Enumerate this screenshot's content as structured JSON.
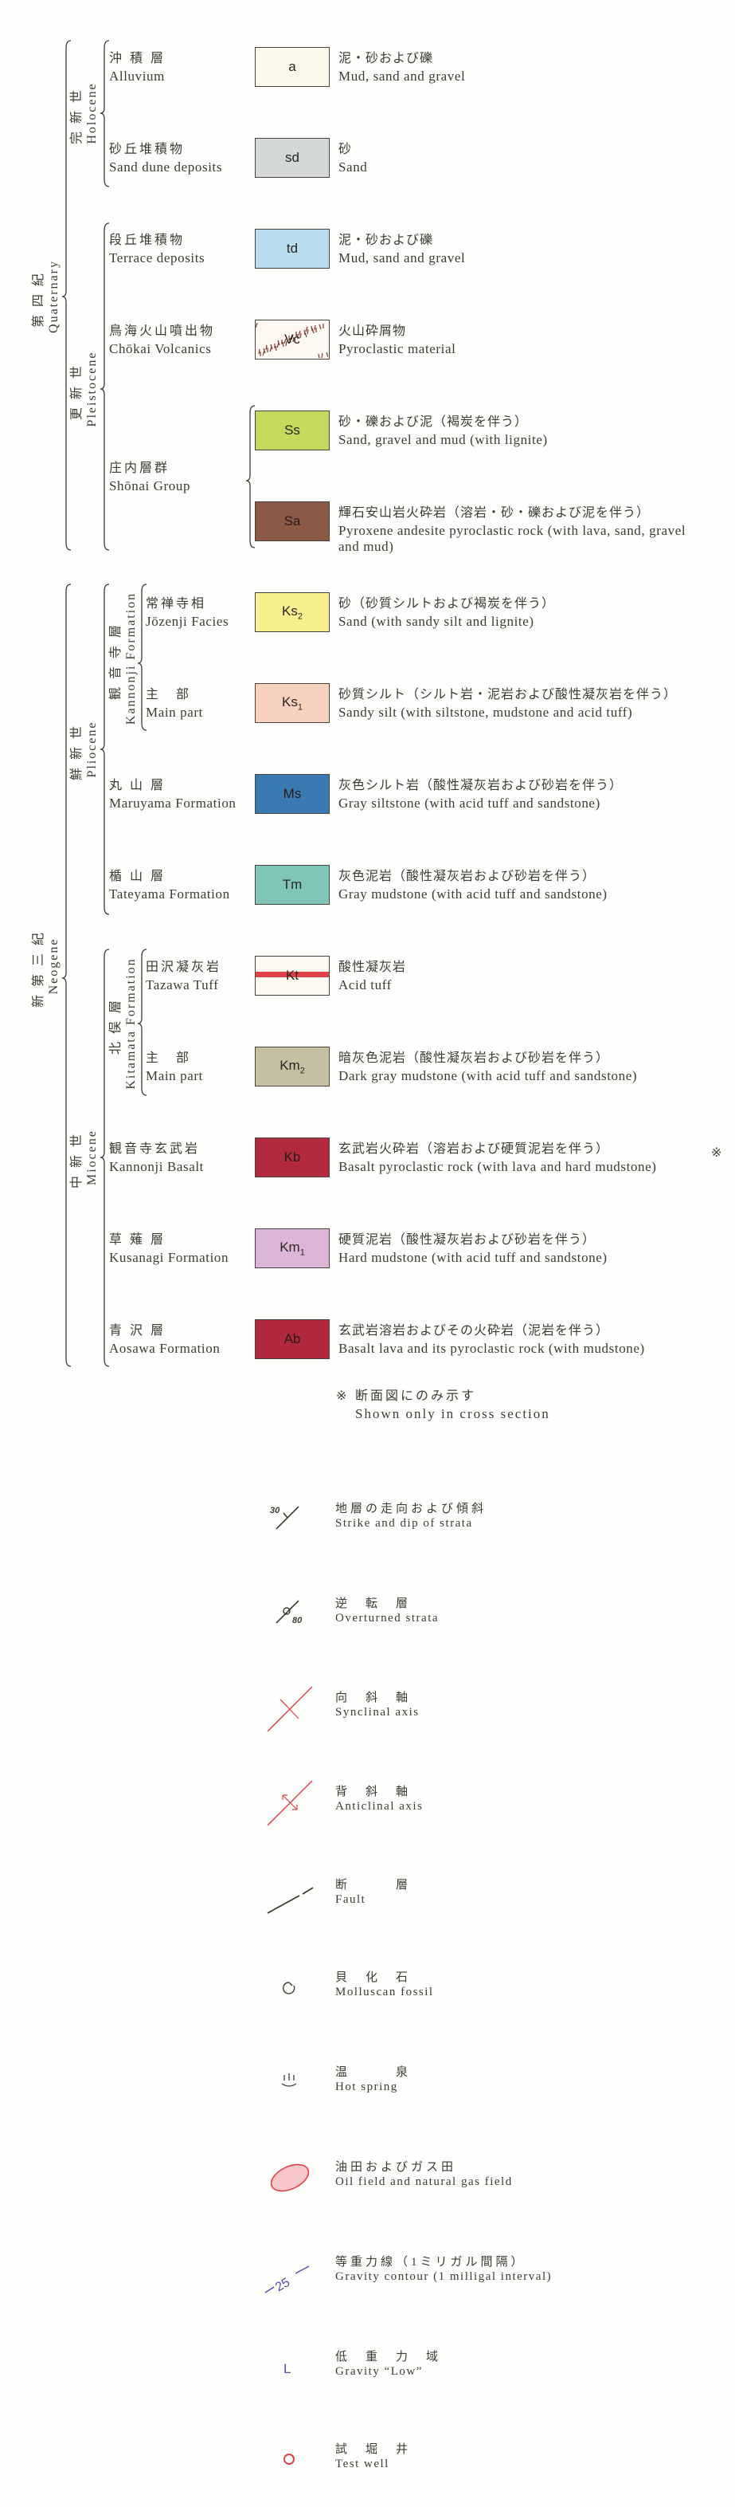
{
  "groups": {
    "quaternary": {
      "ja": "第四紀",
      "en": "Quaternary"
    },
    "holocene": {
      "ja": "完新世",
      "en": "Holocene"
    },
    "pleistocene": {
      "ja": "更新世",
      "en": "Pleistocene"
    },
    "neogene": {
      "ja": "新第三紀",
      "en": "Neogene"
    },
    "pliocene": {
      "ja": "鮮新世",
      "en": "Pliocene"
    },
    "miocene": {
      "ja": "中新世",
      "en": "Miocene"
    },
    "kannonji": {
      "ja": "観音寺層",
      "en": "Kannonji Formation"
    },
    "kitamata": {
      "ja": "北俣層",
      "en": "Kitamata Formation"
    },
    "shonai": {
      "ja": "庄内層群",
      "en": "Shōnai Group"
    }
  },
  "units": [
    {
      "code": "a",
      "sub": "",
      "name_ja": "沖 積 層",
      "name_en": "Alluvium",
      "desc_ja": "泥・砂および礫",
      "desc_en": "Mud, sand and gravel",
      "color": "#fbf8ea"
    },
    {
      "code": "sd",
      "sub": "",
      "name_ja": "砂丘堆積物",
      "name_en": "Sand dune deposits",
      "desc_ja": "砂",
      "desc_en": "Sand",
      "color": "#d3d7d5"
    },
    {
      "code": "td",
      "sub": "",
      "name_ja": "段丘堆積物",
      "name_en": "Terrace deposits",
      "desc_ja": "泥・砂および礫",
      "desc_en": "Mud, sand and gravel",
      "color": "#b8ddee"
    },
    {
      "code": "Vc",
      "sub": "",
      "name_ja": "鳥海火山噴出物",
      "name_en": "Chōkai Volcanics",
      "desc_ja": "火山砕屑物",
      "desc_en": "Pyroclastic material",
      "color": "#fdf8f2"
    },
    {
      "code": "Ss",
      "sub": "",
      "name_ja": "",
      "name_en": "",
      "desc_ja": "砂・礫および泥（褐炭を伴う）",
      "desc_en": "Sand, gravel and mud (with lignite)",
      "color": "#c6d95c"
    },
    {
      "code": "Sa",
      "sub": "",
      "name_ja": "",
      "name_en": "",
      "desc_ja": "輝石安山岩火砕岩（溶岩・砂・礫および泥を伴う）",
      "desc_en": "Pyroxene andesite pyroclastic rock (with lava, sand, gravel and mud)",
      "color": "#8b5a46"
    },
    {
      "code": "Ks",
      "sub": "2",
      "name_ja": "常禅寺相",
      "name_en": "Jōzenji Facies",
      "desc_ja": "砂（砂質シルトおよび褐炭を伴う）",
      "desc_en": "Sand (with sandy silt and lignite)",
      "color": "#f6f08e"
    },
    {
      "code": "Ks",
      "sub": "1",
      "name_ja": "主　部",
      "name_en": "Main part",
      "desc_ja": "砂質シルト（シルト岩・泥岩および酸性凝灰岩を伴う）",
      "desc_en": "Sandy silt (with siltstone, mudstone and acid tuff)",
      "color": "#f7d1bd"
    },
    {
      "code": "Ms",
      "sub": "",
      "name_ja": "丸 山 層",
      "name_en": "Maruyama Formation",
      "desc_ja": "灰色シルト岩（酸性凝灰岩および砂岩を伴う）",
      "desc_en": "Gray siltstone (with acid tuff and sandstone)",
      "color": "#3a7ab2"
    },
    {
      "code": "Tm",
      "sub": "",
      "name_ja": "楯 山 層",
      "name_en": "Tateyama Formation",
      "desc_ja": "灰色泥岩（酸性凝灰岩および砂岩を伴う）",
      "desc_en": "Gray mudstone (with acid tuff and sandstone)",
      "color": "#80c5b9"
    },
    {
      "code": "Kt",
      "sub": "",
      "name_ja": "田沢凝灰岩",
      "name_en": "Tazawa Tuff",
      "desc_ja": "酸性凝灰岩",
      "desc_en": "Acid tuff",
      "color": "#fdf9ef"
    },
    {
      "code": "Km",
      "sub": "2",
      "name_ja": "主　部",
      "name_en": "Main part",
      "desc_ja": "暗灰色泥岩（酸性凝灰岩および砂岩を伴う）",
      "desc_en": "Dark gray mudstone (with acid tuff and sandstone)",
      "color": "#c7bfa2"
    },
    {
      "code": "Kb",
      "sub": "",
      "name_ja": "観音寺玄武岩",
      "name_en": "Kannonji Basalt",
      "desc_ja": "玄武岩火砕岩（溶岩および硬質泥岩を伴う）",
      "desc_en": "Basalt pyroclastic rock (with lava and hard mudstone)",
      "color": "#b12a3d"
    },
    {
      "code": "Km",
      "sub": "1",
      "name_ja": "草 薙 層",
      "name_en": "Kusanagi Formation",
      "desc_ja": "硬質泥岩（酸性凝灰岩および砂岩を伴う）",
      "desc_en": "Hard mudstone (with acid tuff and sandstone)",
      "color": "#ddb6d7"
    },
    {
      "code": "Ab",
      "sub": "",
      "name_ja": "青 沢 層",
      "name_en": "Aosawa Formation",
      "desc_ja": "玄武岩溶岩およびその火砕岩（泥岩を伴う）",
      "desc_en": "Basalt lava and its pyroclastic rock (with mudstone)",
      "color": "#b1283f"
    }
  ],
  "cross_section_mark": "※",
  "footnote": {
    "mark": "※",
    "ja": "断面図にのみ示す",
    "en": "Shown only in cross section"
  },
  "symbols": [
    {
      "icon": "strike-dip-icon",
      "value": "30",
      "ja": "地層の走向および傾斜",
      "en": "Strike and dip of strata"
    },
    {
      "icon": "overturned-strata-icon",
      "value": "80",
      "ja": "逆　転　層",
      "en": "Overturned strata"
    },
    {
      "icon": "synclinal-axis-icon",
      "value": "",
      "ja": "向　斜　軸",
      "en": "Synclinal axis"
    },
    {
      "icon": "anticlinal-axis-icon",
      "value": "",
      "ja": "背　斜　軸",
      "en": "Anticlinal axis"
    },
    {
      "icon": "fault-icon",
      "value": "",
      "ja": "断　　　層",
      "en": "Fault"
    },
    {
      "icon": "molluscan-fossil-icon",
      "value": "",
      "ja": "貝　化　石",
      "en": "Molluscan fossil"
    },
    {
      "icon": "hot-spring-icon",
      "value": "",
      "ja": "温　　　泉",
      "en": "Hot spring"
    },
    {
      "icon": "oil-gas-field-icon",
      "value": "",
      "ja": "油田およびガス田",
      "en": "Oil field and natural gas field"
    },
    {
      "icon": "gravity-contour-icon",
      "value": "25",
      "ja": "等重力線（1ミリガル間隔）",
      "en": "Gravity contour (1 milligal interval)"
    },
    {
      "icon": "gravity-low-icon",
      "value": "L",
      "ja": "低　重　力　域",
      "en": "Gravity “Low”"
    },
    {
      "icon": "test-well-icon",
      "value": "",
      "ja": "試　堀　井",
      "en": "Test well"
    }
  ],
  "colors": {
    "red": "#e0424a",
    "purple": "#5a4aa8",
    "ink": "#3e3a36"
  }
}
